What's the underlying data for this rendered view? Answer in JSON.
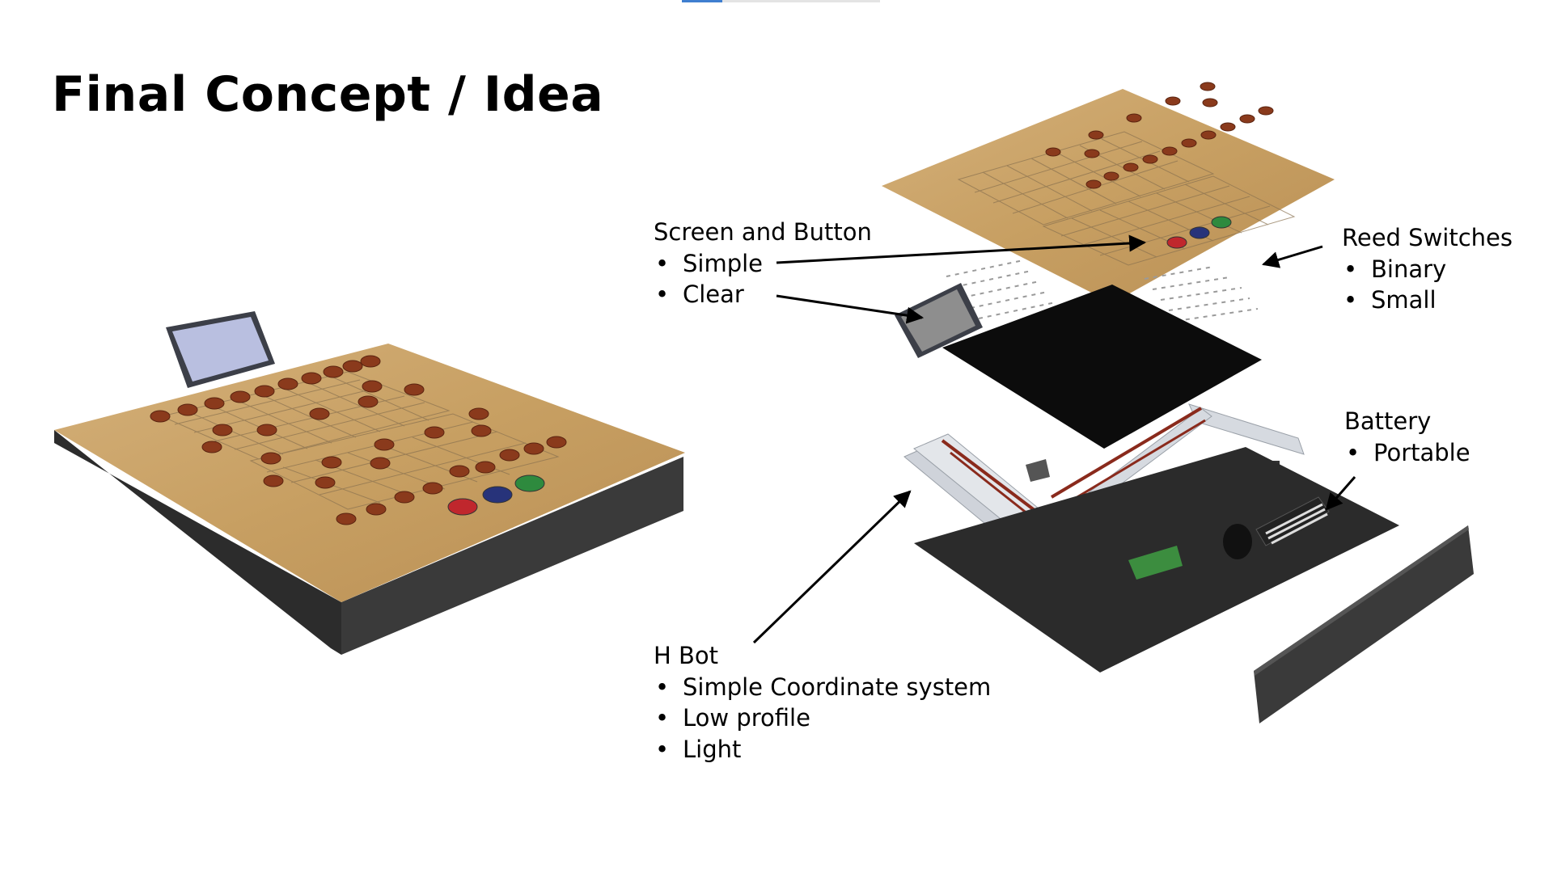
{
  "slide": {
    "title": "Final Concept / Idea"
  },
  "annotations": {
    "screen_button": {
      "heading": "Screen and Button",
      "bullets": [
        "Simple",
        "Clear"
      ]
    },
    "reed_switches": {
      "heading": "Reed Switches",
      "bullets": [
        "Binary",
        "Small"
      ]
    },
    "battery": {
      "heading": "Battery",
      "bullets": [
        "Portable"
      ]
    },
    "hbot": {
      "heading": "H Bot",
      "bullets": [
        "Simple Coordinate system",
        "Low profile",
        "Light"
      ]
    }
  },
  "colors": {
    "wood": "#c9a56b",
    "base": "#2f2f2f",
    "piece": "#8a3a1c",
    "button_red": "#c0272d",
    "button_blue": "#27337a",
    "button_green": "#2e8a3e",
    "screen": "#b9bfe0"
  }
}
